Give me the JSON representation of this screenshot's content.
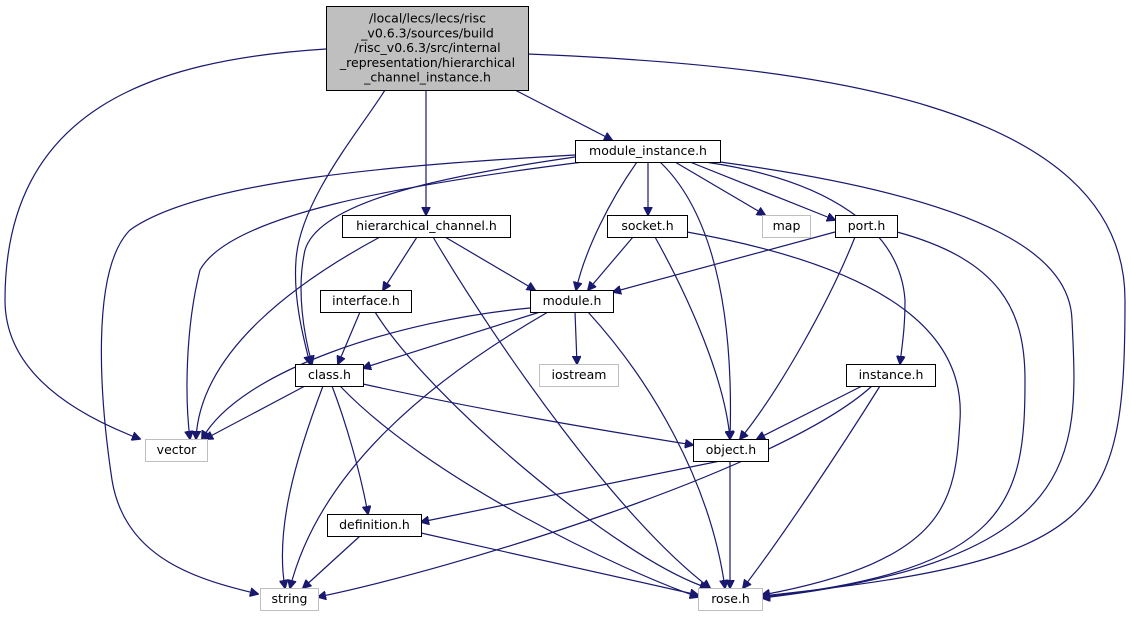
{
  "graph": {
    "title": "include dependency graph",
    "colors": {
      "edge": "#191970",
      "root_fill": "#bfbfbf",
      "node_border": "#000000",
      "external_border": "#bfbfbf",
      "text": "#000000"
    },
    "nodes": [
      {
        "id": "root",
        "lines": [
          "/local/lecs/lecs/risc",
          "_v0.6.3/sources/build",
          "/risc_v0.6.3/src/internal",
          "_representation/hierarchical",
          "_channel_instance.h"
        ],
        "style": "root"
      },
      {
        "id": "module_instance",
        "lines": [
          "module_instance.h"
        ],
        "style": "normal"
      },
      {
        "id": "hierarchical_channel",
        "lines": [
          "hierarchical_channel.h"
        ],
        "style": "normal"
      },
      {
        "id": "socket",
        "lines": [
          "socket.h"
        ],
        "style": "normal"
      },
      {
        "id": "map",
        "lines": [
          "map"
        ],
        "style": "external"
      },
      {
        "id": "port",
        "lines": [
          "port.h"
        ],
        "style": "normal"
      },
      {
        "id": "interface",
        "lines": [
          "interface.h"
        ],
        "style": "normal"
      },
      {
        "id": "module",
        "lines": [
          "module.h"
        ],
        "style": "normal"
      },
      {
        "id": "class",
        "lines": [
          "class.h"
        ],
        "style": "normal"
      },
      {
        "id": "iostream",
        "lines": [
          "iostream"
        ],
        "style": "external"
      },
      {
        "id": "instance",
        "lines": [
          "instance.h"
        ],
        "style": "normal"
      },
      {
        "id": "vector",
        "lines": [
          "vector"
        ],
        "style": "external"
      },
      {
        "id": "object",
        "lines": [
          "object.h"
        ],
        "style": "normal"
      },
      {
        "id": "definition",
        "lines": [
          "definition.h"
        ],
        "style": "normal"
      },
      {
        "id": "string",
        "lines": [
          "string"
        ],
        "style": "external"
      },
      {
        "id": "rose",
        "lines": [
          "rose.h"
        ],
        "style": "external"
      }
    ],
    "edges": [
      {
        "from": "root",
        "to": "vector"
      },
      {
        "from": "root",
        "to": "class"
      },
      {
        "from": "root",
        "to": "hierarchical_channel"
      },
      {
        "from": "root",
        "to": "module_instance"
      },
      {
        "from": "root",
        "to": "rose"
      },
      {
        "from": "module_instance",
        "to": "string"
      },
      {
        "from": "module_instance",
        "to": "class"
      },
      {
        "from": "module_instance",
        "to": "vector"
      },
      {
        "from": "module_instance",
        "to": "module"
      },
      {
        "from": "module_instance",
        "to": "socket"
      },
      {
        "from": "module_instance",
        "to": "object"
      },
      {
        "from": "module_instance",
        "to": "map"
      },
      {
        "from": "module_instance",
        "to": "port"
      },
      {
        "from": "module_instance",
        "to": "instance"
      },
      {
        "from": "module_instance",
        "to": "rose"
      },
      {
        "from": "hierarchical_channel",
        "to": "vector"
      },
      {
        "from": "hierarchical_channel",
        "to": "interface"
      },
      {
        "from": "hierarchical_channel",
        "to": "module"
      },
      {
        "from": "hierarchical_channel",
        "to": "rose"
      },
      {
        "from": "socket",
        "to": "module"
      },
      {
        "from": "socket",
        "to": "object"
      },
      {
        "from": "socket",
        "to": "rose"
      },
      {
        "from": "port",
        "to": "module"
      },
      {
        "from": "port",
        "to": "object"
      },
      {
        "from": "port",
        "to": "rose"
      },
      {
        "from": "interface",
        "to": "class"
      },
      {
        "from": "interface",
        "to": "rose"
      },
      {
        "from": "module",
        "to": "class"
      },
      {
        "from": "module",
        "to": "vector"
      },
      {
        "from": "module",
        "to": "iostream"
      },
      {
        "from": "module",
        "to": "string"
      },
      {
        "from": "module",
        "to": "rose"
      },
      {
        "from": "class",
        "to": "vector"
      },
      {
        "from": "class",
        "to": "object"
      },
      {
        "from": "class",
        "to": "definition"
      },
      {
        "from": "class",
        "to": "string"
      },
      {
        "from": "class",
        "to": "rose"
      },
      {
        "from": "instance",
        "to": "object"
      },
      {
        "from": "instance",
        "to": "string"
      },
      {
        "from": "instance",
        "to": "rose"
      },
      {
        "from": "object",
        "to": "definition"
      },
      {
        "from": "object",
        "to": "rose"
      },
      {
        "from": "definition",
        "to": "string"
      },
      {
        "from": "definition",
        "to": "rose"
      }
    ]
  }
}
